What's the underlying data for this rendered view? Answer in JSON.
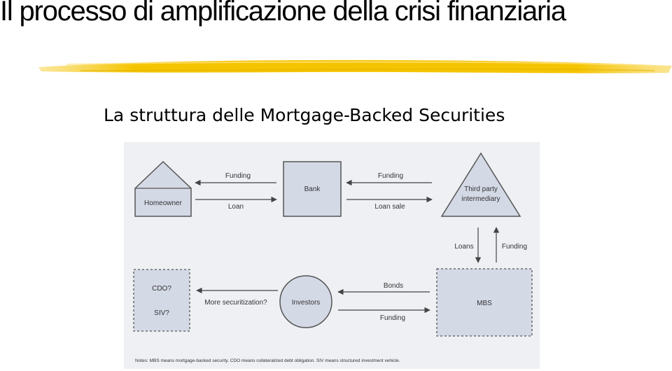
{
  "slide": {
    "title": "Il processo di amplificazione della crisi finanziaria",
    "subtitle": "La struttura delle Mortgage-Backed Securities",
    "accent_color": "#f5c400"
  },
  "diagram": {
    "nodes": {
      "homeowner": "Homeowner",
      "bank": "Bank",
      "third_party_line1": "Third party",
      "third_party_line2": "intermediary",
      "cdo": "CDO?",
      "siv": "SIV?",
      "investors": "Investors",
      "mbs": "MBS"
    },
    "edges": {
      "bank_to_homeowner_funding": "Funding",
      "homeowner_to_bank_loan": "Loan",
      "third_party_to_bank_funding": "Funding",
      "bank_to_third_party_loan_sale": "Loan sale",
      "down_loans": "Loans",
      "up_funding": "Funding",
      "investors_to_cdo": "More securitization?",
      "mbs_to_investors_bonds": "Bonds",
      "investors_to_mbs_funding": "Funding"
    },
    "note": "Notes: MBS means mortgage-backed security. CDO means collateralized debt obligation. SIV means structured investment vehicle."
  }
}
